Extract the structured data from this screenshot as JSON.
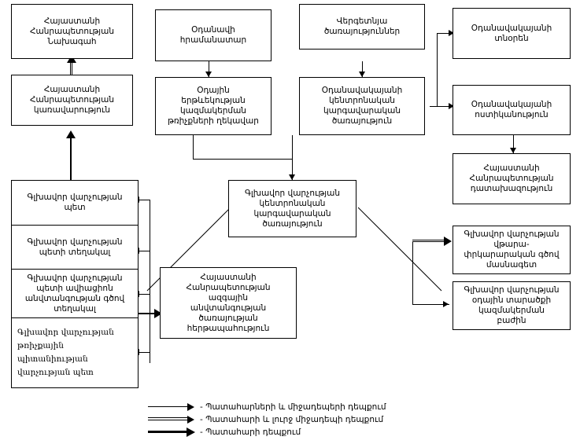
{
  "diagram": {
    "title_lang": "hy",
    "boxes": {
      "president": "Հայաստանի\nՀանրապետության\nՆախագահ",
      "government": "Հայաստանի\nՀանրապետության\nկառավարություն",
      "aircraft_commander": "Օդանավի\nհրամանատար",
      "atc_flight_director": "Օդային\nերթևեկության\nկազմակերման\nթռիչքների ղեկավար",
      "ground_services": "Վերգետնյա\nծառայություններ",
      "aviation_central_dispatch": "Օդանավակայանի\nկենտրոնական\nկարգավարական\nծառայություն",
      "airport_rescue": "Օդանավակայանի\nտնօրեն",
      "airport_police": "Օդանավակայանի\nոստիկանություն",
      "rep_prosecutor": "Հայաստանի\nՀանրապետության\nդատախազություն",
      "gd_head": "Գլխավոր վարչության\nպետ",
      "gd_deputy": "Գլխավոր վարչության\nպետի տեղակալ",
      "gd_deputy_flight_safety": "Գլխավոր վարչության\nպետի ավիացիոն\nանվտանգության գծով\nտեղակալ",
      "gd_airworthiness_head": "Գլխավոր վարչության\nթռիչքային\nպիտանիության\nվարչության պետ",
      "gd_central_dispatch": "Գլխավոր վարչության\nկենտրոնական\nկարգավարական\nծառայություն",
      "national_safety_service": "Հայաստանի\nՀանրապետության\nազգային\nանվտանգության\nծառայության\nհերթապահություն",
      "gd_transport_dept": "Գլխավոր վարչության\nվթարա-\nփրկարարական գծով\nմասնագետ",
      "gd_airspace_dept": "Գլխավոր վարչության\nօդային տարածքի\nկազմակերման\nբաժին"
    },
    "legend": [
      {
        "style": "thin-single",
        "dash": "-",
        "label": "Պատահարների և միջադեպերի դեպքում"
      },
      {
        "style": "double-line",
        "dash": "-",
        "label": "Պատահարի և լուրջ միջադեպի դեպքում"
      },
      {
        "style": "thick-single",
        "dash": "-",
        "label": "Պատահարի դեպքում"
      }
    ],
    "colors": {
      "line": "#000000",
      "box_border": "#000000",
      "background": "#ffffff",
      "text": "#000000"
    }
  }
}
